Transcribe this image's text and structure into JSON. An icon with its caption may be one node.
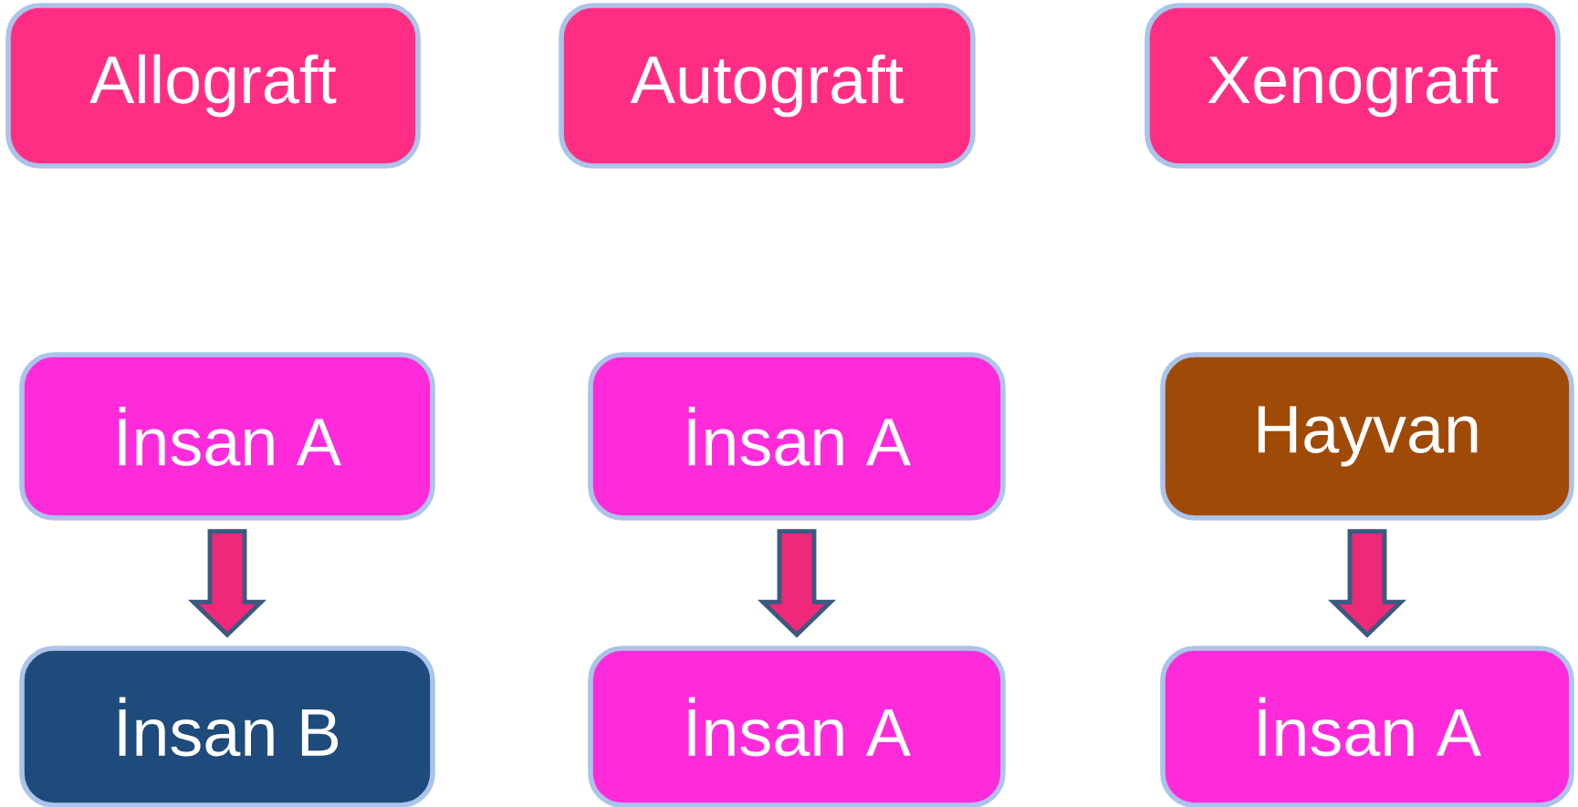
{
  "diagram": {
    "nodes": [
      {
        "text": [
          "Allograft"
        ]
      },
      {
        "text": [
          "Autograft"
        ]
      },
      {
        "text": [
          "Xenograft"
        ]
      },
      {
        "text": [
          "İnsan A"
        ]
      },
      {
        "text": [
          "İnsan B"
        ]
      },
      {
        "text": [
          "İnsan A"
        ]
      },
      {
        "text": [
          "İnsan A"
        ]
      },
      {
        "text": [
          "Hayvan"
        ]
      },
      {
        "text": [
          "İnsan A"
        ]
      }
    ],
    "edges": [
      {
        "from": 3,
        "to": 4,
        "arrow": "to"
      },
      {
        "from": 5,
        "to": 6,
        "arrow": "to"
      },
      {
        "from": 7,
        "to": 8,
        "arrow": "to"
      }
    ]
  }
}
